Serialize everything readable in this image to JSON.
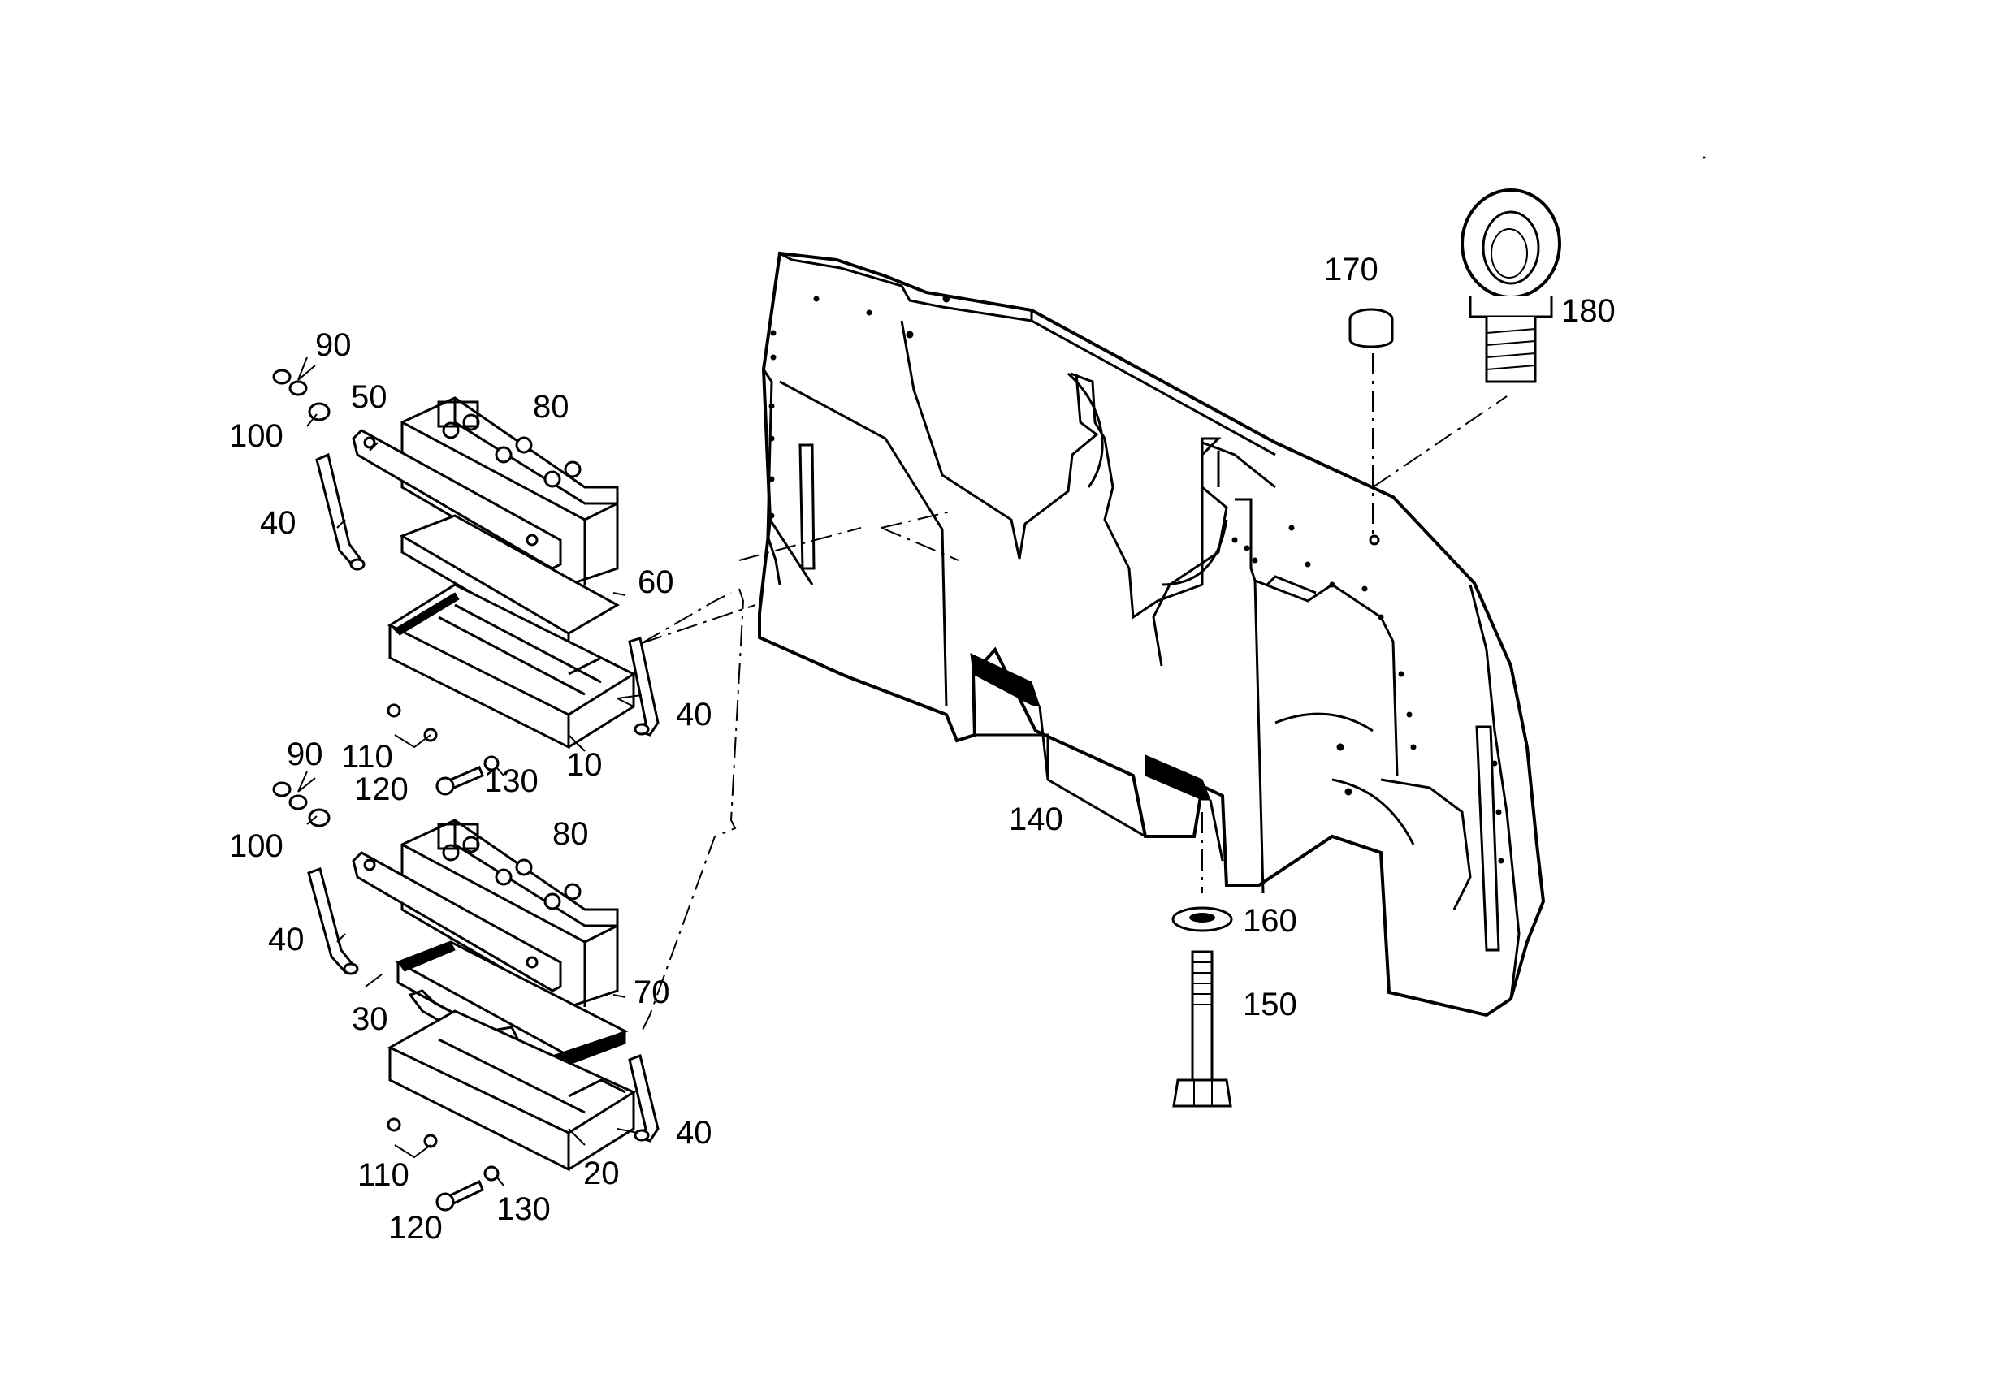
{
  "diagram": {
    "part_labels": {
      "p10": "10",
      "p20": "20",
      "p30": "30",
      "p40_a": "40",
      "p40_b": "40",
      "p40_c": "40",
      "p40_d": "40",
      "p50": "50",
      "p60": "60",
      "p70": "70",
      "p80_a": "80",
      "p80_b": "80",
      "p90_a": "90",
      "p90_b": "90",
      "p100_a": "100",
      "p100_b": "100",
      "p110_a": "110",
      "p110_b": "110",
      "p120_a": "120",
      "p120_b": "120",
      "p130_a": "130",
      "p130_b": "130",
      "p140": "140",
      "p150": "150",
      "p160": "160",
      "p170": "170",
      "p180": "180"
    },
    "colors": {
      "ink": "#000000",
      "background": "#ffffff"
    }
  }
}
